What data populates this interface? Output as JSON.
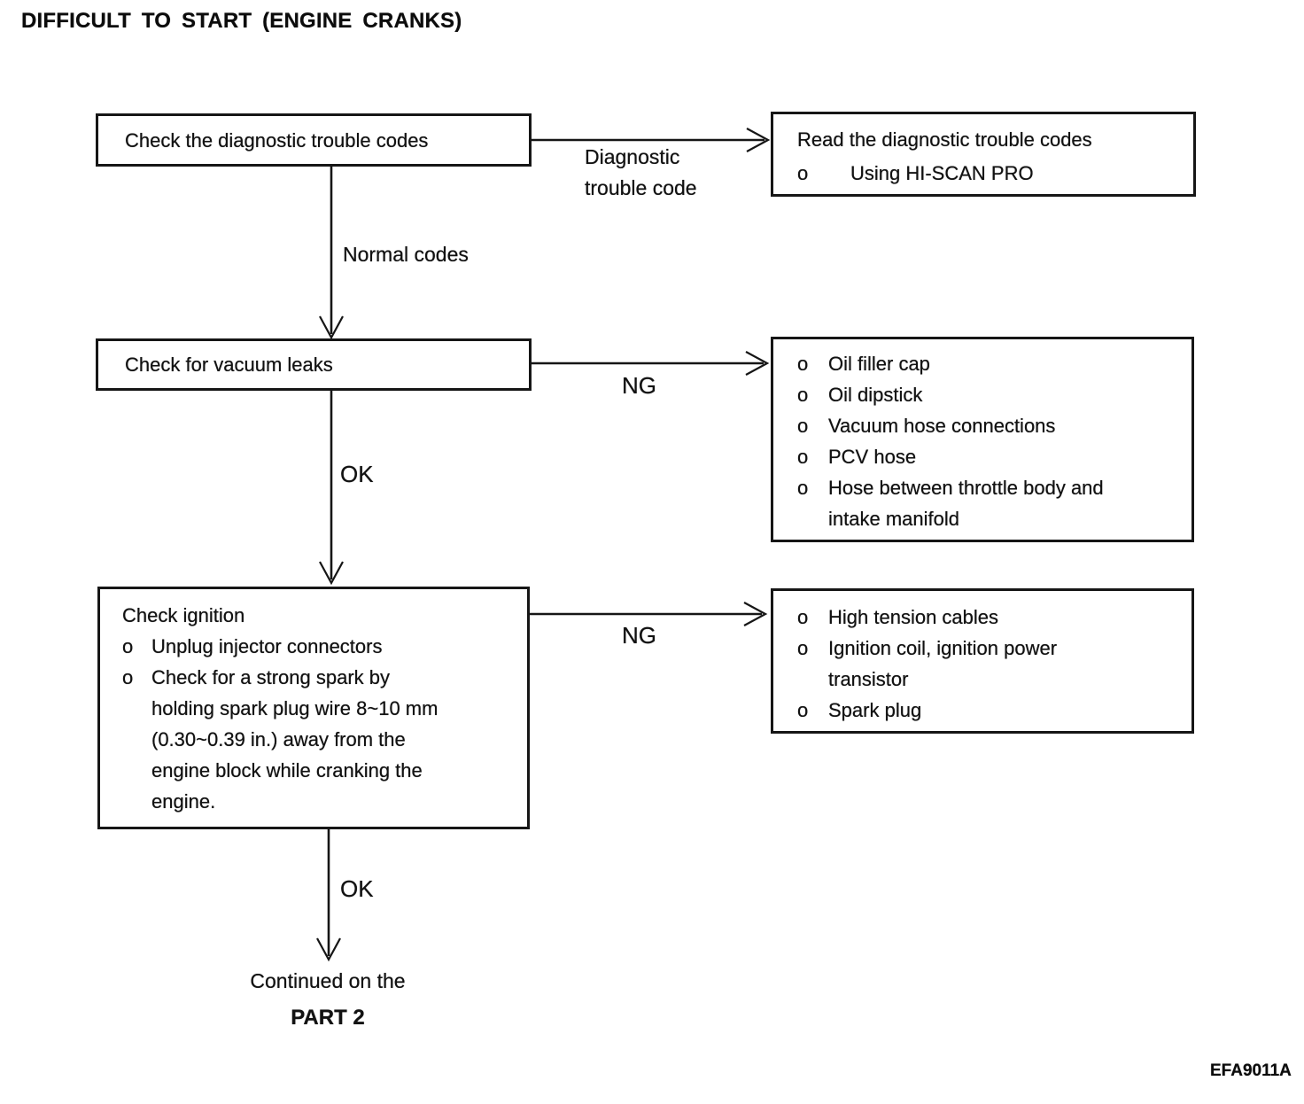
{
  "page": {
    "title": "DIFFICULT TO START (ENGINE CRANKS)",
    "figure_code": "EFA9011A",
    "bullet": "o"
  },
  "flowchart": {
    "check_dtc": {
      "text": "Check the diagnostic trouble codes"
    },
    "branch_dtc_label": "Diagnostic\ntrouble code",
    "read_dtc": {
      "line1": "Read the diagnostic trouble codes",
      "items": [
        "Using HI-SCAN PRO"
      ]
    },
    "normal_codes_label": "Normal codes",
    "check_vacuum": {
      "text": "Check for vacuum leaks"
    },
    "ng_label_1": "NG",
    "vacuum_ng": {
      "items": [
        "Oil filler cap",
        "Oil dipstick",
        "Vacuum hose connections",
        "PCV hose",
        "Hose between throttle body and\nintake manifold"
      ]
    },
    "ok_label_1": "OK",
    "check_ignition": {
      "line1": "Check ignition",
      "items": [
        "Unplug injector connectors",
        "Check for a strong spark by\nholding spark plug wire 8~10 mm\n(0.30~0.39 in.) away from the\nengine block while cranking the\nengine."
      ]
    },
    "ng_label_2": "NG",
    "ignition_ng": {
      "items": [
        "High tension cables",
        "Ignition coil, ignition power\ntransistor",
        "Spark plug"
      ]
    },
    "ok_label_2": "OK",
    "continued": {
      "line1": "Continued on the",
      "line2": "PART 2"
    }
  }
}
